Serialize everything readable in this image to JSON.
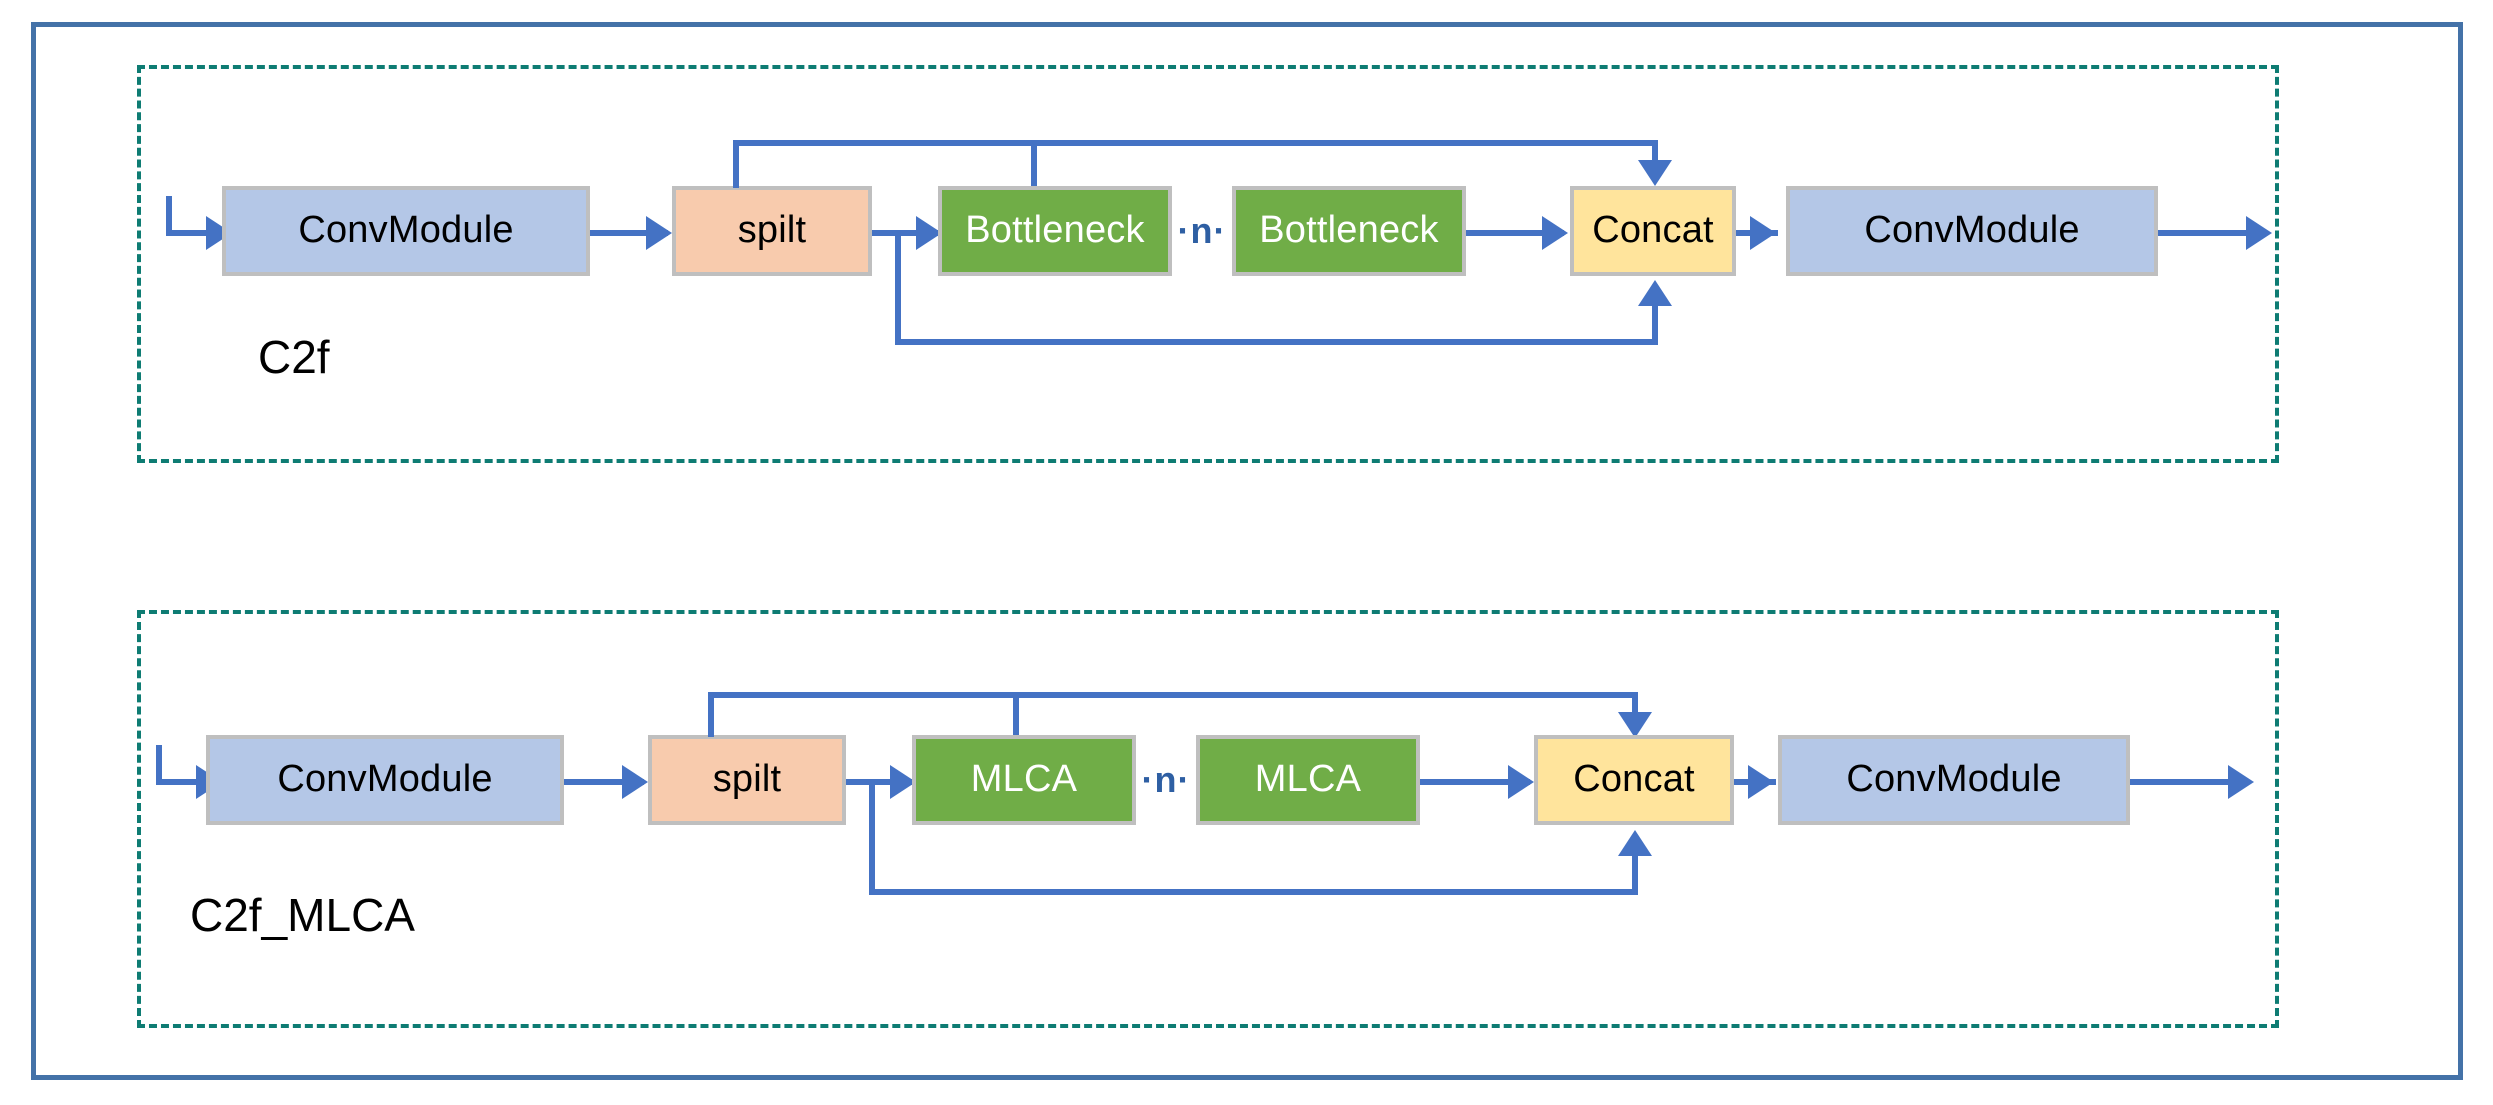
{
  "figure": {
    "frame_color": "#4472A8",
    "group_border_color": "#0E7C73",
    "connector_color": "#4472C4",
    "box_border_color": "#BFBFBF"
  },
  "palette": {
    "convmodule": "#B4C7E7",
    "split": "#F8CBAD",
    "block": "#70AD47",
    "concat": "#FFE49C"
  },
  "groups": [
    {
      "id": "c2f",
      "caption": "C2f",
      "repeat_marker": "·n·",
      "nodes": {
        "conv_in": "ConvModule",
        "split": "spilt",
        "block_1": "Bottleneck",
        "block_2": "Bottleneck",
        "concat": "Concat",
        "conv_out": "ConvModule"
      }
    },
    {
      "id": "c2f_mlca",
      "caption": "C2f_MLCA",
      "repeat_marker": "·n·",
      "nodes": {
        "conv_in": "ConvModule",
        "split": "spilt",
        "block_1": "MLCA",
        "block_2": "MLCA",
        "concat": "Concat",
        "conv_out": "ConvModule"
      }
    }
  ]
}
